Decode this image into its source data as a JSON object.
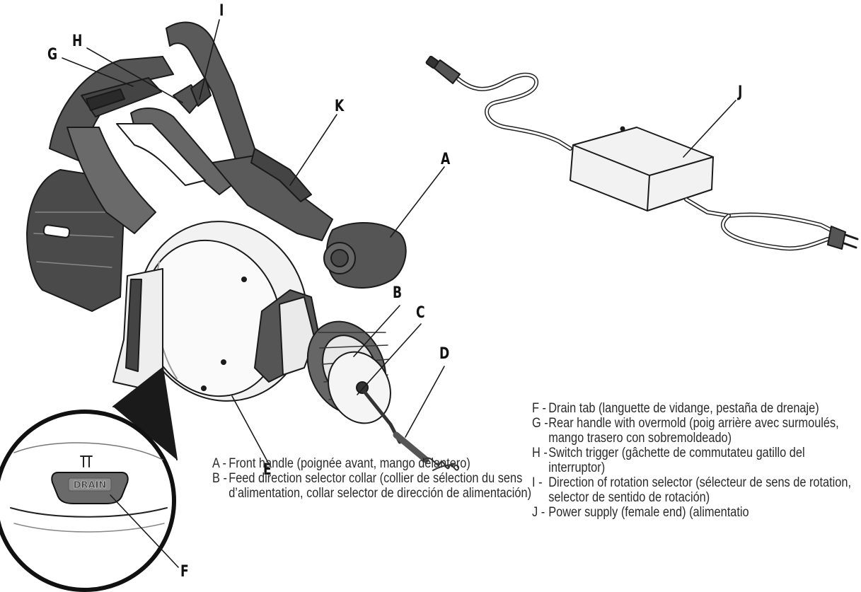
{
  "parts": [
    {
      "letter": "A",
      "description": "Front handle (poignée avant, mango delantero)"
    },
    {
      "letter": "B",
      "description": "Feed direction selector collar (collier de sélection du sens d’alimentation, collar selector de dirección de alimentación)"
    },
    {
      "letter": "C",
      "description": ""
    },
    {
      "letter": "D",
      "description": ""
    },
    {
      "letter": "E",
      "description": ""
    },
    {
      "letter": "F",
      "description": "Drain tab (languette de vidange, pestaña de drenaje)"
    },
    {
      "letter": "G",
      "description": "Rear handle with overmold (poig arrière avec surmoulés, mango trasero con sobremoldeado)"
    },
    {
      "letter": "H",
      "description": "Switch trigger (gâchette de commutateu gatillo del interruptor)"
    },
    {
      "letter": "I",
      "description": "Direction of rotation selector (sélecteur de sens de rotation, selector de sentido de rotación)"
    },
    {
      "letter": "J",
      "description": "Power supply (female end) (alimentatio"
    },
    {
      "letter": "K",
      "description": ""
    }
  ],
  "drain_tab_text": "DRAIN"
}
